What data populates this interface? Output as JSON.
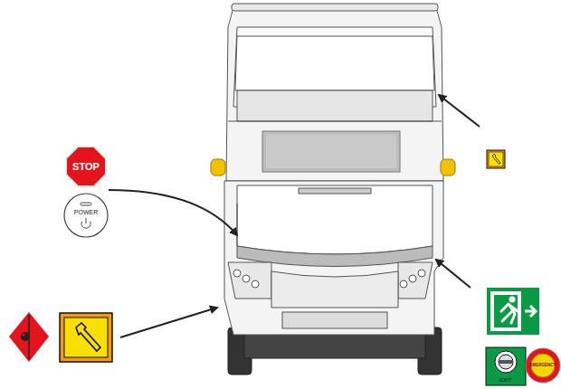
{
  "diagram": {
    "labels": [
      "STOP",
      "POWER",
      "EXIT",
      "EMERGENCY"
    ]
  }
}
